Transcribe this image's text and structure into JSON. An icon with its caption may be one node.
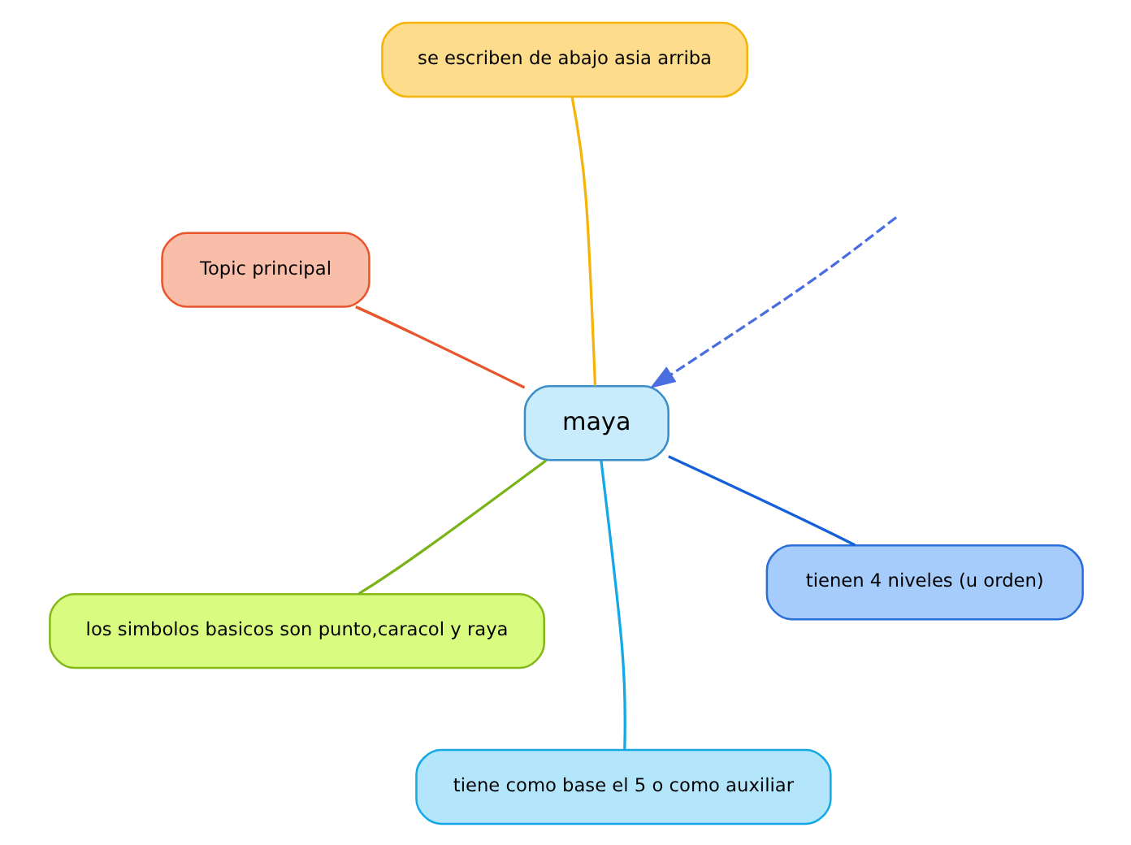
{
  "diagram": {
    "nodes": [
      {
        "text": [
          "maya"
        ]
      },
      {
        "text": [
          "los simbolos basicos son punto,caracol y raya"
        ]
      },
      {
        "text": [
          "tienen 4 niveles (u orden)"
        ]
      },
      {
        "text": [
          "Topic principal"
        ]
      },
      {
        "text": [
          "se escriben de abajo asia arriba"
        ]
      },
      {
        "text": [
          "tiene como base el 5 o como auxiliar"
        ]
      }
    ],
    "edges": [
      {
        "from": 0,
        "to": 1,
        "arrow": "none",
        "color": "#7ab317"
      },
      {
        "from": 0,
        "to": 2,
        "arrow": "none",
        "color": "#1560d8"
      },
      {
        "from": 0,
        "to": 3,
        "arrow": "none",
        "color": "#e8552b"
      },
      {
        "from": 0,
        "to": 4,
        "arrow": "none",
        "color": "#f5b40a"
      },
      {
        "from": 0,
        "to": 5,
        "arrow": "none",
        "color": "#14a8e6"
      },
      {
        "from": null,
        "to": 0,
        "arrow": "to",
        "style": "dashed",
        "color": "#4a6ee0"
      }
    ]
  }
}
